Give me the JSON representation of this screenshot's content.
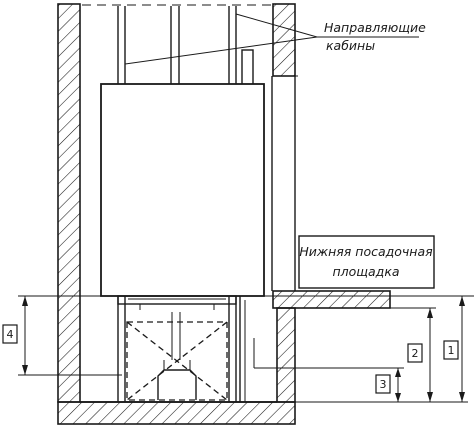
{
  "labels": {
    "guides": [
      "Направляющие",
      "кабины"
    ],
    "landing": [
      "Нижняя посадочная",
      "площадка"
    ]
  },
  "dimensions": [
    {
      "id": "dim-1",
      "text": "1"
    },
    {
      "id": "dim-2",
      "text": "2"
    },
    {
      "id": "dim-3",
      "text": "3"
    },
    {
      "id": "dim-4",
      "text": "4"
    }
  ]
}
